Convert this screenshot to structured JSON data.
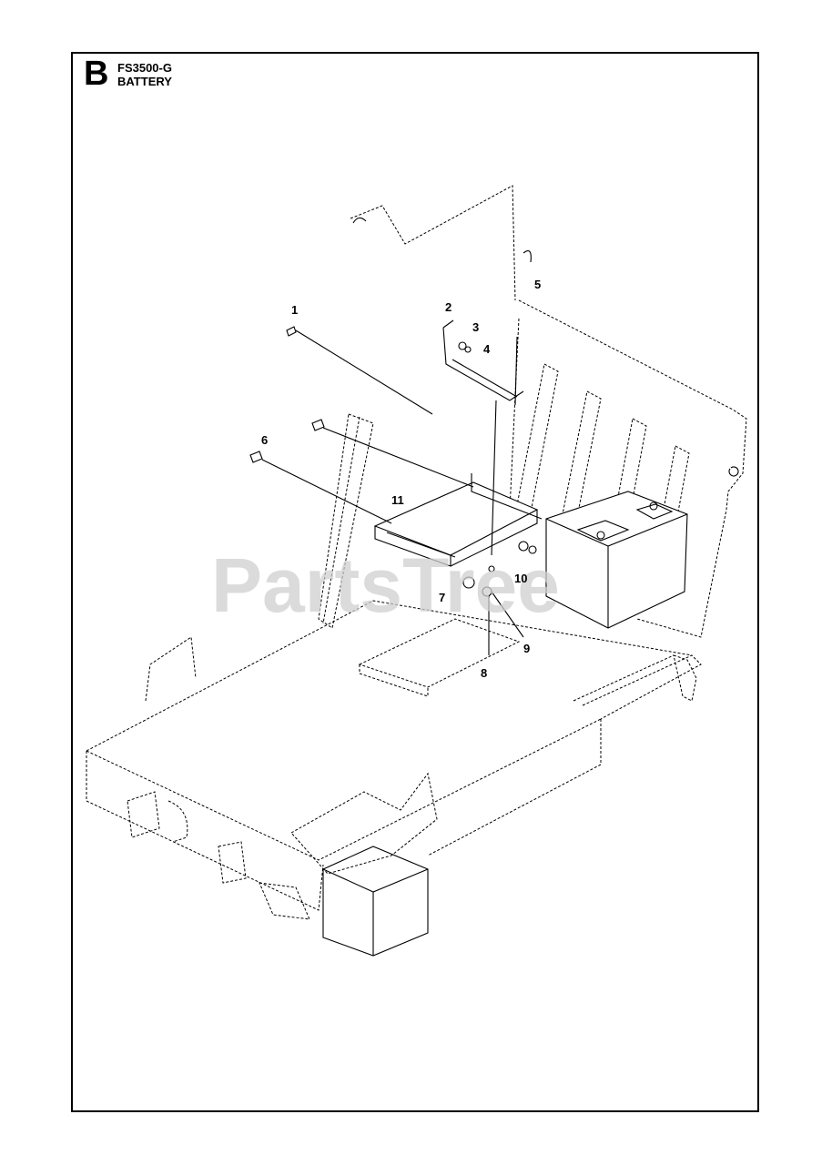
{
  "header": {
    "section_letter": "B",
    "model": "FS3500-G",
    "title": "BATTERY"
  },
  "watermark": "PartsTree",
  "callouts": [
    "1",
    "2",
    "3",
    "4",
    "5",
    "6",
    "7",
    "8",
    "9",
    "10",
    "11"
  ]
}
